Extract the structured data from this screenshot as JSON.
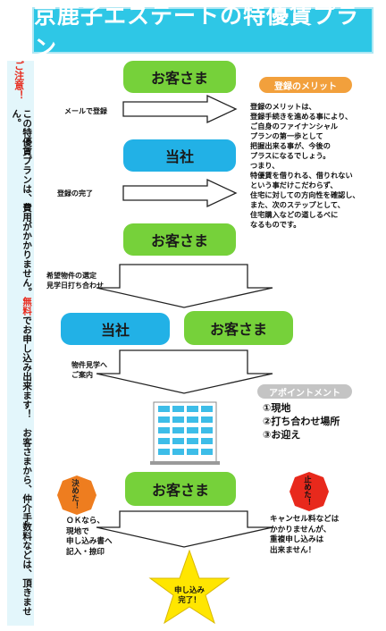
{
  "title": "京鹿子エステートの特優賃プラン",
  "sidebar": {
    "caution_label": "ご注意！",
    "text_part1": "この特優賃プランは、費用がかかりません。",
    "text_free": "無料",
    "text_part2": "でお申し込み出来ます！　お客さまから、仲介手数料などは、頂きません。"
  },
  "flow": {
    "customer_label": "お客さま",
    "company_label": "当社",
    "step1_note": "メールで登録",
    "step2_note": "登録の完了",
    "step3_note": "希望物件の選定\n見学日打ち合わせ",
    "step4_note": "物件見学へ\nご案内",
    "ok_note": "ＯＫなら、\n現地で\n申し込み書へ\n記入・捺印",
    "done_label": "申し込み\n完了！"
  },
  "merit": {
    "heading": "登録のメリット",
    "body": "登録のメリットは、\n登録手続きを進める事により、\nご自身のファイナンシャル\nプランの第一歩として\n把握出来る事が、今後の\nプラスになるでしょう。\nつまり、\n特優賃を借りれる、借りれない\nという事だけこだわらず、\n住宅に対しての方向性を確認し、\nまた、次のステップとして、\n住宅購入などの道しるべに\nなるものです。"
  },
  "appointment": {
    "heading": "アポイントメント",
    "items": [
      "①現地",
      "②打ち合わせ場所",
      "③お迎え"
    ]
  },
  "decide_badge": "決めた！",
  "stop_badge": "止めた！",
  "cancel_note": "キャンセル料などは\nかかりませんが、\n重複申し込みは\n出来ません！",
  "colors": {
    "banner": "#2ec7e6",
    "green_box": "#76d13a",
    "blue_box": "#22b1e6",
    "merit_pill": "#f2a03c",
    "appointment_pill": "#c4c4c4",
    "badge": "#ee7d1f",
    "star": "#ffe600",
    "caution": "#e8291c"
  }
}
